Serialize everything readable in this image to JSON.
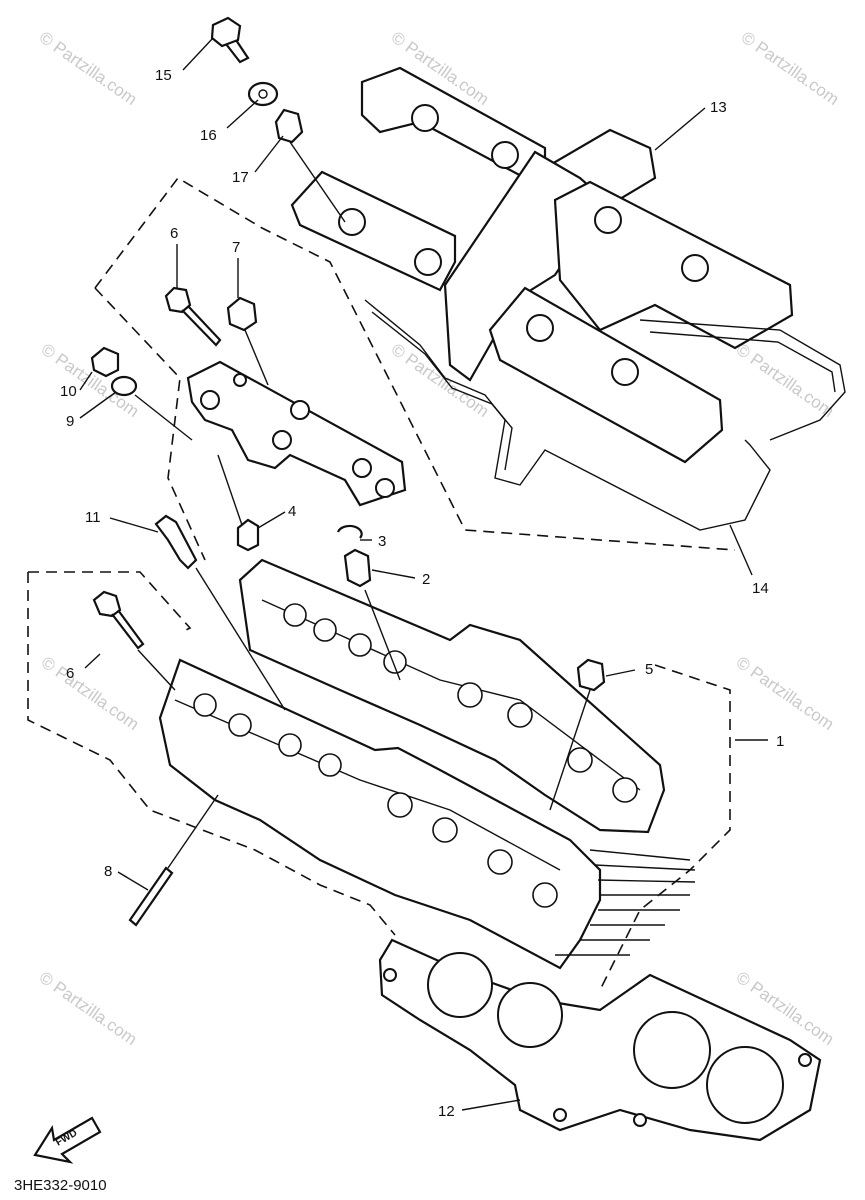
{
  "diagram_code": "3HE332-9010",
  "fwd_label": "FWD",
  "watermark": "© Partzilla.com",
  "callouts": {
    "c1": "1",
    "c2": "2",
    "c3": "3",
    "c4": "4",
    "c5": "5",
    "c6a": "6",
    "c6b": "6",
    "c7": "7",
    "c8": "8",
    "c9": "9",
    "c10": "10",
    "c11": "11",
    "c12": "12",
    "c13": "13",
    "c14": "14",
    "c15": "15",
    "c16": "16",
    "c17": "17"
  }
}
